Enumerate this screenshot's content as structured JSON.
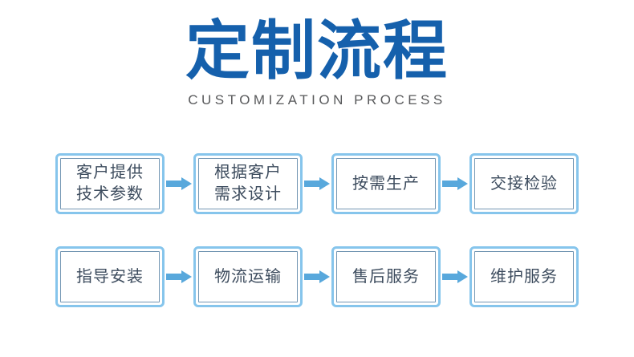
{
  "header": {
    "title": "定制流程",
    "subtitle": "CUSTOMIZATION PROCESS"
  },
  "colors": {
    "title_blue": "#1560ac",
    "subtitle_gray": "#58595b",
    "box_border": "#86c5ec",
    "inner_border": "#7396b3",
    "arrow_blue": "#58a8dc",
    "step_text": "#3d4c5e"
  },
  "rows": [
    {
      "steps": [
        {
          "label": "客户提供\n技术参数"
        },
        {
          "label": "根据客户\n需求设计"
        },
        {
          "label": "按需生产"
        },
        {
          "label": "交接检验"
        }
      ]
    },
    {
      "steps": [
        {
          "label": "指导安装"
        },
        {
          "label": "物流运输"
        },
        {
          "label": "售后服务"
        },
        {
          "label": "维护服务"
        }
      ]
    }
  ]
}
